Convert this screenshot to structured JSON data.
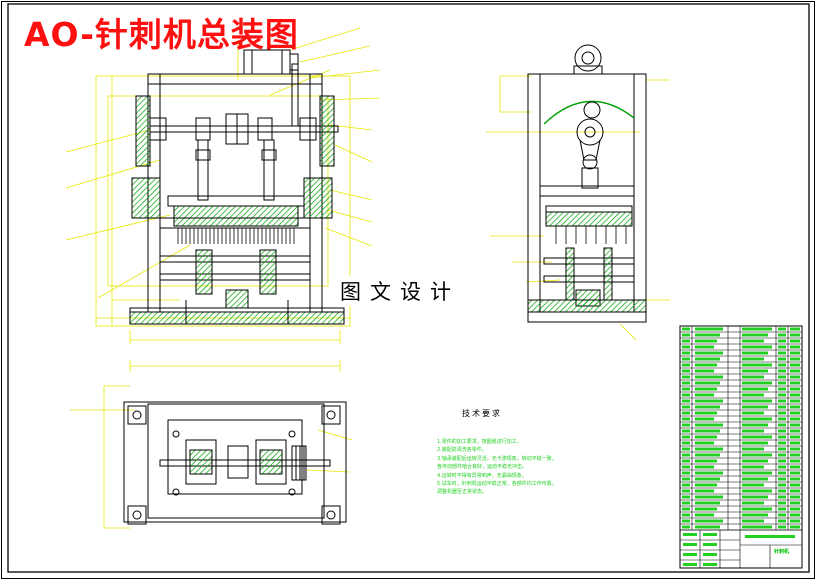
{
  "drawing": {
    "title": "AO-针刺机总装图",
    "watermark": "图文设计",
    "technical_requirements": {
      "heading": "技术要求",
      "notes": [
        "1.零件的加工要求，按图纸进行加工。",
        "2.装配前清洗各零件。",
        "3.轴承装配后运转灵活，无卡滞现象，转动平稳一致。",
        "各传动部件啮合良好，运动平稳无冲击。",
        "4.运转时不得有异常响声，无漏油现象。",
        "5.试车时，针刺机运动平稳正常，各部件均工作可靠。",
        "调整机器至正常状态。"
      ]
    },
    "title_block": {
      "drawing_name": "针刺机"
    },
    "colors": {
      "outline": "#000000",
      "dimension": "#e8e800",
      "hatch": "#00a000",
      "text_green": "#22d022",
      "accent": "#ff1010"
    }
  }
}
